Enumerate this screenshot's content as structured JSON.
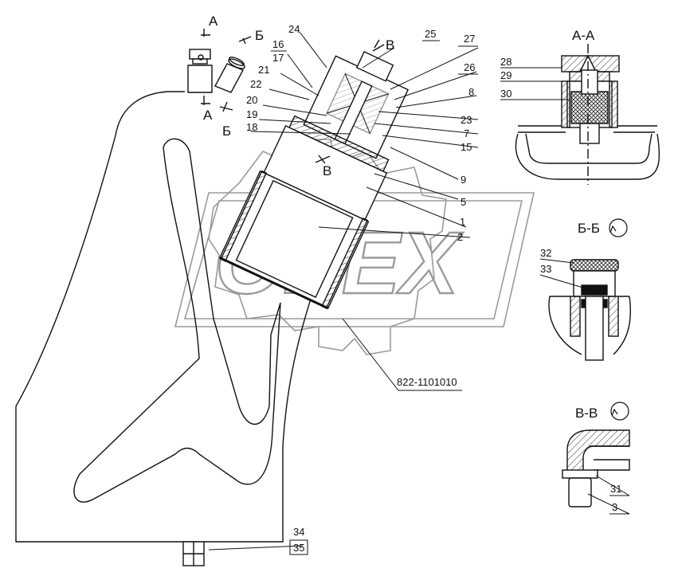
{
  "watermark": {
    "text": "OPEX",
    "color": "#9a9a9a"
  },
  "drawing_number": "822-1101010",
  "sections": {
    "a": {
      "title": "А-А",
      "cut_label": "А"
    },
    "b": {
      "title": "Б-Б",
      "cut_label": "Б"
    },
    "c": {
      "title": "В-В",
      "cut_label": "В"
    }
  },
  "callouts": {
    "p1": "1",
    "p2": "2",
    "p3": "3",
    "p5": "5",
    "p7": "7",
    "p8": "8",
    "p9": "9",
    "p15": "15",
    "p16": "16",
    "p17": "17",
    "p18": "18",
    "p19": "19",
    "p20": "20",
    "p21": "21",
    "p22": "22",
    "p23": "23",
    "p24": "24",
    "p25": "25",
    "p26": "26",
    "p27": "27",
    "p28": "28",
    "p29": "29",
    "p30": "30",
    "p31": "31",
    "p32": "32",
    "p33": "33",
    "p34": "34",
    "p35": "35"
  },
  "colors": {
    "line": "#111111",
    "hatch": "#333333",
    "watermark": "#9a9a9a"
  }
}
